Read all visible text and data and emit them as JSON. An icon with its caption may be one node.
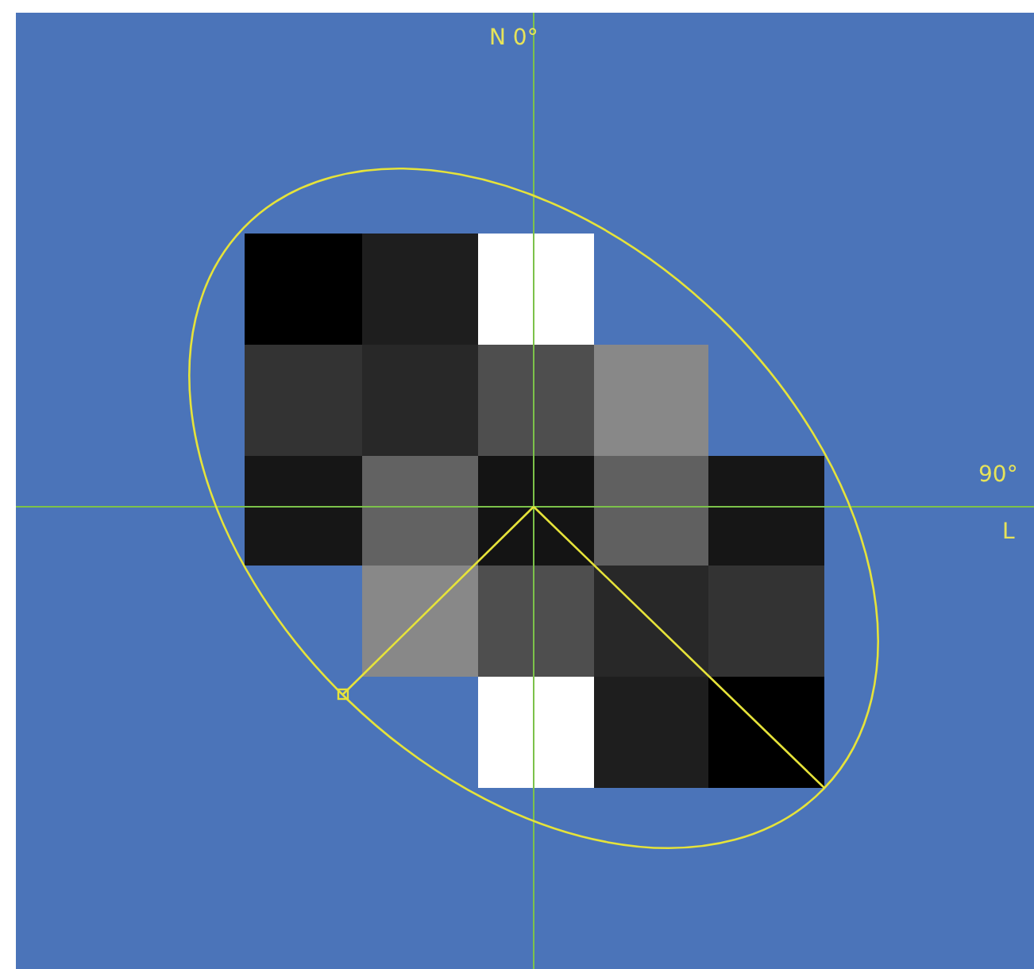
{
  "diagram": {
    "labels": [
      "N 0°",
      "90°",
      "L"
    ]
  }
}
